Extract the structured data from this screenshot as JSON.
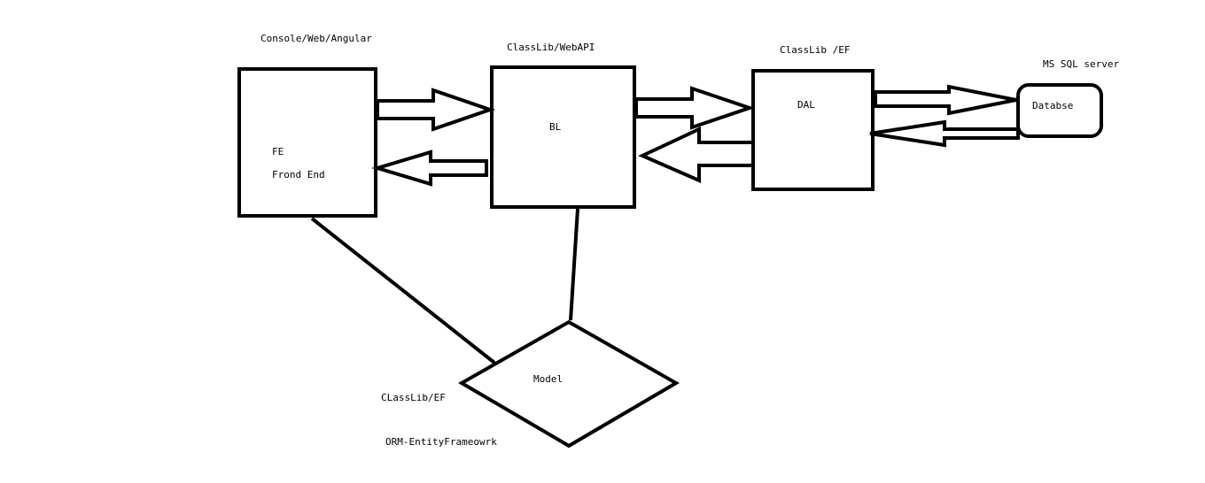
{
  "labels": {
    "fe_tech": "Console/Web/Angular",
    "bl_tech": "ClassLib/WebAPI",
    "dal_tech": "ClassLib /EF",
    "db_tech": "MS SQL server",
    "fe_short": "FE",
    "fe_full": "Frond End",
    "bl": "BL",
    "dal": "DAL",
    "db": "Databse",
    "model": "Model",
    "model_tech": "CLassLib/EF",
    "orm": "ORM-EntityFrameowrk"
  },
  "colors": {
    "stroke": "#000000",
    "background": "#ffffff"
  }
}
